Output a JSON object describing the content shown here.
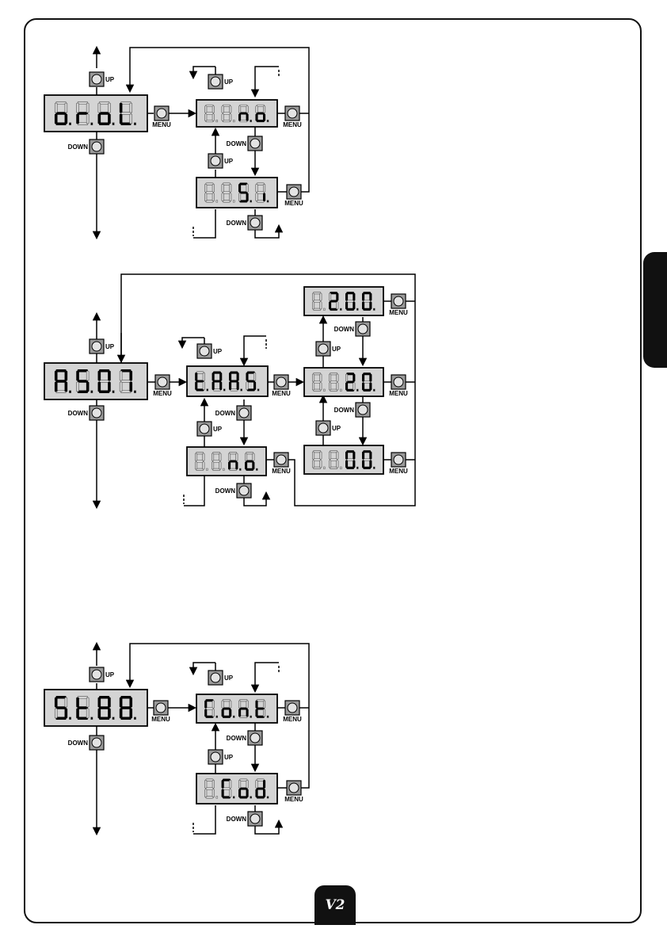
{
  "labels": {
    "up": "UP",
    "down": "DOWN",
    "menu": "MENU"
  },
  "page_badge": "V2",
  "colors": {
    "display_fill": "#d4d4d4",
    "segment_on": "#000000",
    "segment_off": "#d4d4d4",
    "button_fill": "#9a9a9a",
    "button_face": "#e3e3e3"
  },
  "diagram1": {
    "main_display": [
      "o",
      "r",
      "o",
      "l"
    ],
    "options": [
      {
        "display": [
          "8",
          "8",
          "n",
          "o"
        ],
        "lit": [
          false,
          false,
          true,
          true
        ]
      },
      {
        "display": [
          "8",
          "8",
          "S",
          "i"
        ],
        "lit": [
          false,
          false,
          true,
          true
        ]
      }
    ]
  },
  "diagram2": {
    "main_display": [
      "A",
      "S",
      "0",
      "7"
    ],
    "options": [
      {
        "display": [
          "t",
          "A",
          "A",
          "S"
        ],
        "lit": [
          true,
          true,
          true,
          true
        ]
      },
      {
        "display": [
          "8",
          "8",
          "n",
          "o"
        ],
        "lit": [
          false,
          false,
          true,
          true
        ]
      }
    ],
    "values": [
      {
        "display": [
          "8",
          "2",
          "0",
          "0"
        ],
        "lit": [
          false,
          true,
          true,
          true
        ]
      },
      {
        "display": [
          "8",
          "8",
          "2",
          "0"
        ],
        "lit": [
          false,
          false,
          true,
          true
        ]
      },
      {
        "display": [
          "8",
          "8",
          "0",
          "0"
        ],
        "lit": [
          false,
          false,
          true,
          true
        ]
      }
    ]
  },
  "diagram3": {
    "main_display": [
      "S",
      "t",
      "8",
      "8"
    ],
    "options": [
      {
        "display": [
          "C",
          "o",
          "n",
          "t"
        ],
        "lit": [
          true,
          true,
          true,
          true
        ]
      },
      {
        "display": [
          "8",
          "C",
          "o",
          "d"
        ],
        "lit": [
          false,
          true,
          true,
          true
        ]
      }
    ]
  }
}
